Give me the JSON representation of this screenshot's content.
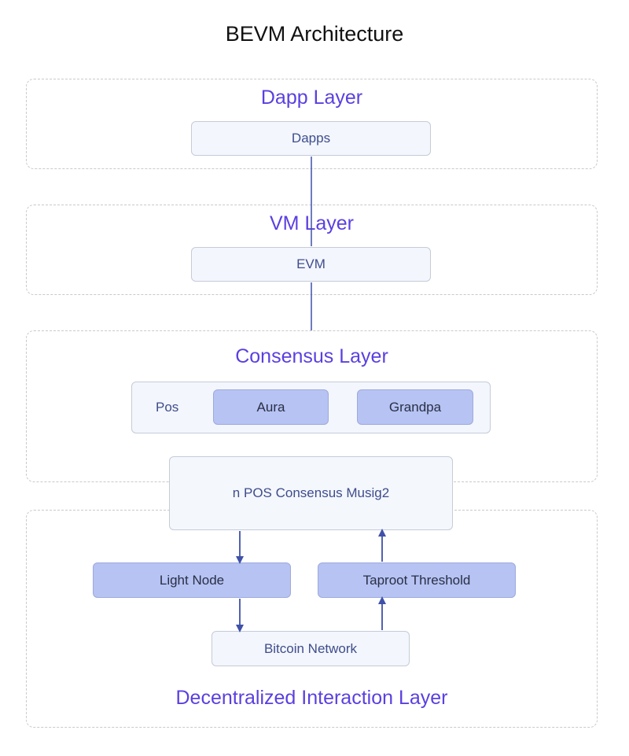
{
  "title": "BEVM Architecture",
  "colors": {
    "layer_title": "#5b3fe0",
    "arrow": "#3f51a8",
    "box_light": "#f3f6fc",
    "box_dark": "#b6c3f3"
  },
  "layers": {
    "dapp": {
      "title": "Dapp Layer",
      "boxes": [
        "Dapps"
      ]
    },
    "vm": {
      "title": "VM Layer",
      "boxes": [
        "EVM"
      ]
    },
    "consensus": {
      "title": "Consensus Layer",
      "pos_label": "Pos",
      "pos_items": [
        "Aura",
        "Grandpa"
      ],
      "bridge": "n POS Consensus Musig2"
    },
    "interaction": {
      "title": "Decentralized Interaction Layer",
      "light_node": "Light Node",
      "taproot": "Taproot Threshold",
      "bitcoin": "Bitcoin Network"
    }
  }
}
